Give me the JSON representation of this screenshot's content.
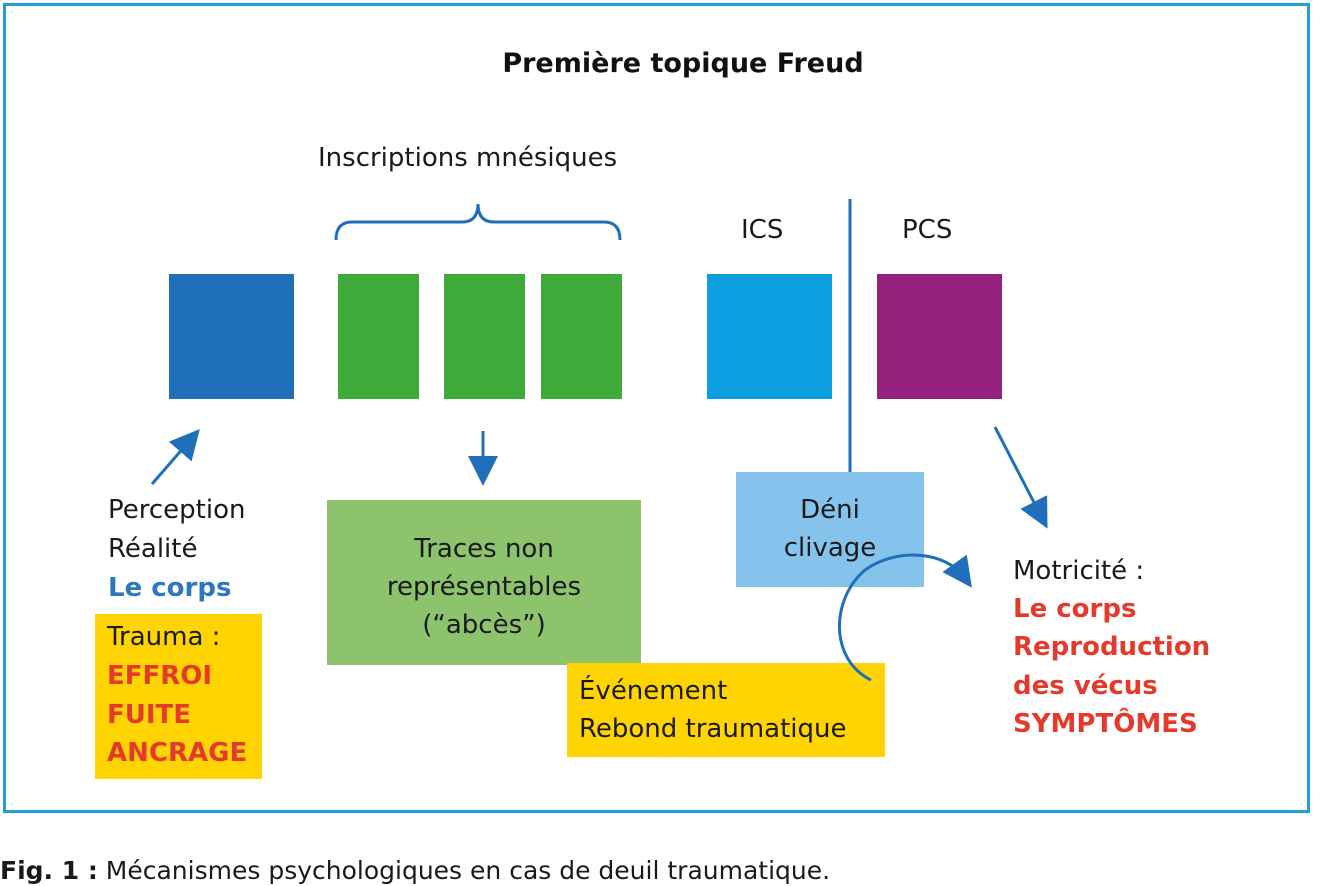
{
  "title": "Première topique Freud",
  "top_label": "Inscriptions mnésiques",
  "ics_label": "ICS",
  "pcs_label": "PCS",
  "left": {
    "line1": "Perception",
    "line2": "Réalité",
    "line3": "Le corps"
  },
  "trauma_box": {
    "heading": "Trauma :",
    "items": [
      "EFFROI",
      "FUITE",
      "ANCRAGE"
    ]
  },
  "traces_box": {
    "line1": "Traces non",
    "line2": "représentables",
    "line3": "(“abcès”)"
  },
  "deni_box": {
    "line1": "Déni",
    "line2": "clivage"
  },
  "event_box": {
    "line1": "Événement",
    "line2": "Rebond traumatique"
  },
  "motricite": {
    "heading": "Motricité :",
    "items": [
      "Le corps",
      "Reproduction",
      "des vécus",
      "SYMPTÔMES"
    ]
  },
  "caption": {
    "bold": "Fig. 1 :",
    "text": " Mécanismes psychologiques en cas de deuil traumatique."
  },
  "colors": {
    "frame": "#1e9fdb",
    "perception_square": "#1f6fba",
    "memory_squares": "#3daa3a",
    "ics_square": "#0c9fe0",
    "pcs_square": "#96207e",
    "traces_box": "#8dc36d",
    "deni_box": "#85c3ec",
    "yellow": "#ffd400",
    "arrow": "#1f6fba",
    "red_text": "#e53a2b",
    "blue_text": "#2d77be"
  }
}
